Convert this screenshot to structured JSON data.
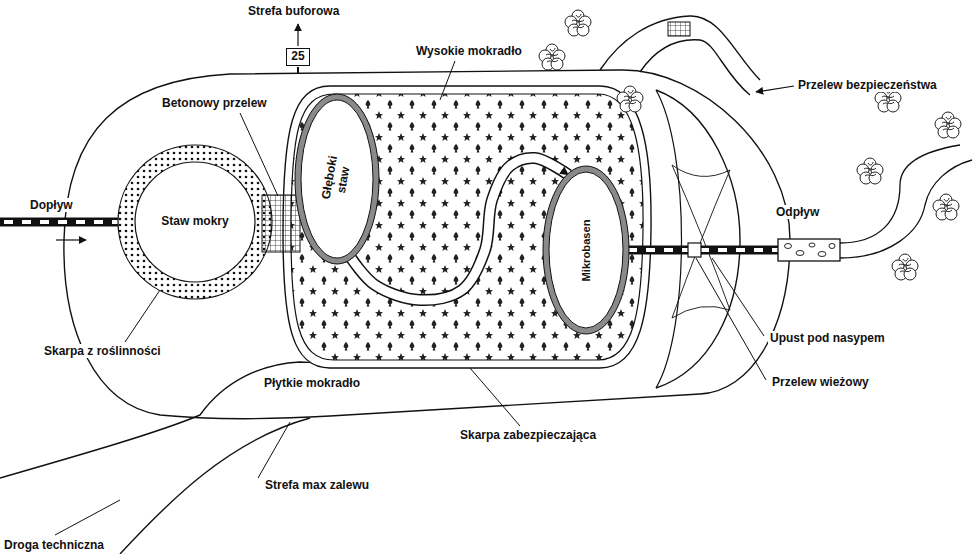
{
  "diagram": {
    "nodes": [
      {
        "text": [
          "25"
        ]
      },
      {
        "text": [
          "Staw mokry"
        ]
      },
      {
        "text": [
          "Głęboki staw"
        ]
      },
      {
        "text": [
          "Mikrobasen"
        ]
      }
    ],
    "edges": [
      {
        "from": 2,
        "to": 3,
        "arrow": "to"
      }
    ],
    "labels": [
      "Strefa buforowa",
      "Betonowy przelew",
      "Wysokie mokradło",
      "Przelew bezpieczeństwa",
      "Dopływ",
      "Odpływ",
      "Upust pod nasypem",
      "Przelew wieżowy",
      "Skarpa z roślinności",
      "Płytkie mokradło",
      "Skarpa zabezpieczająca",
      "Strefa max zalewu",
      "Droga techniczna"
    ]
  }
}
